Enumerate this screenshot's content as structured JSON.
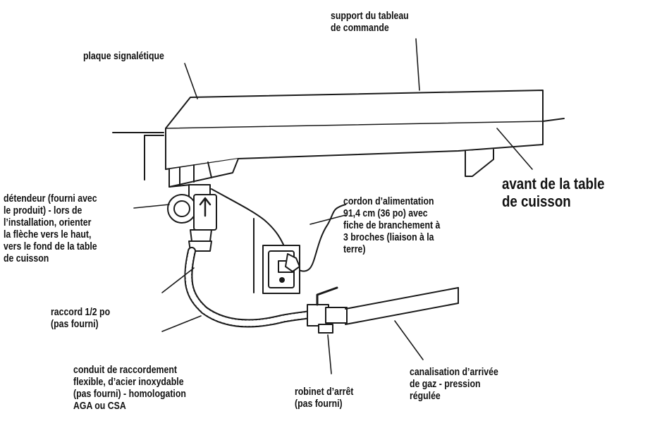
{
  "labels": {
    "support": "support du tableau\nde commande",
    "plaque": "plaque signalétique",
    "avant": "avant de la table\nde cuisson",
    "detendeur": "détendeur (fourni avec\nle produit) - lors de\nl’installation,  orienter\nla flèche vers le haut,\nvers le fond de la table\nde cuisson",
    "cordon": "cordon d’alimentation\n91,4 cm (36 po) avec\nfiche de branchement à\n3 broches (liaison à la\nterre)",
    "raccord": "raccord 1/2 po\n(pas fourni)",
    "conduit": "conduit de raccordement\nflexible, d’acier inoxydable\n(pas fourni) - homologation\nAGA ou CSA",
    "robinet": "robinet d’arrêt\n(pas fourni)",
    "canalisation": "canalisation d’arrivée\nde gaz - pression\nrégulée"
  },
  "colors": {
    "line": "#1a1a1a",
    "fill": "#ffffff",
    "shade": "#d9d9d9"
  }
}
